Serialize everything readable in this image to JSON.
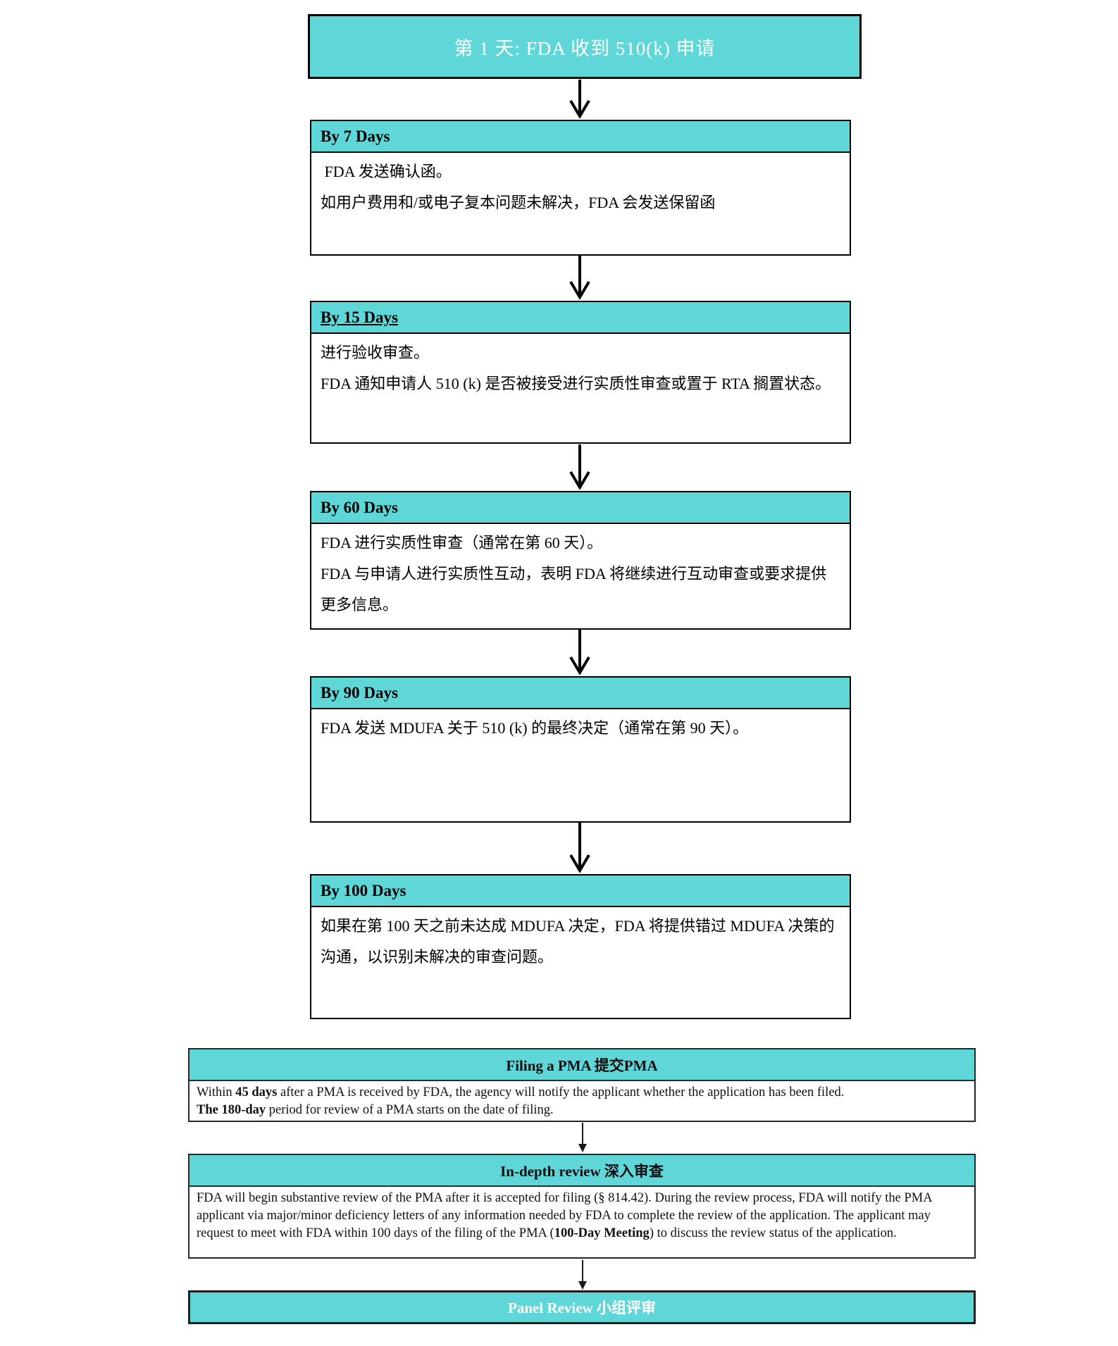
{
  "colors": {
    "teal": "#5fd6d7",
    "border": "#000000",
    "pma_border": "#262626",
    "title_text": "#ffffff"
  },
  "flow_510k": {
    "title": "第 1 天: FDA 收到 510(k) 申请",
    "steps": [
      {
        "header": "By 7 Days",
        "underline": false,
        "paragraphs": [
          " FDA 发送确认函。",
          "如用户费用和/或电子复本问题未解决，FDA 会发送保留函"
        ]
      },
      {
        "header": "By 15 Days",
        "underline": true,
        "paragraphs": [
          "进行验收审查。",
          "FDA 通知申请人 510 (k) 是否被接受进行实质性审查或置于 RTA 搁置状态。"
        ]
      },
      {
        "header": "By 60 Days",
        "underline": false,
        "paragraphs": [
          "FDA 进行实质性审查（通常在第 60 天）。",
          "FDA 与申请人进行实质性互动，表明 FDA 将继续进行互动审查或要求提供更多信息。"
        ]
      },
      {
        "header": "By 90 Days",
        "underline": false,
        "paragraphs": [
          "FDA 发送 MDUFA 关于 510 (k) 的最终决定（通常在第 90 天）。"
        ]
      },
      {
        "header": "By 100 Days",
        "underline": false,
        "paragraphs": [
          "如果在第 100 天之前未达成 MDUFA 决定，FDA 将提供错过 MDUFA 决策的沟通，以识别未解决的审查问题。"
        ]
      }
    ]
  },
  "flow_pma": {
    "filing": {
      "header": "Filing a PMA 提交PMA",
      "paragraphs": [
        [
          {
            "t": "Within ",
            "b": false
          },
          {
            "t": "45 days",
            "b": true
          },
          {
            "t": " after a PMA is received by FDA, the agency will notify the applicant whether the application has been filed.",
            "b": false
          }
        ],
        [
          {
            "t": "The 180-day",
            "b": true
          },
          {
            "t": " period for review of a PMA starts on the date of filing.",
            "b": false
          }
        ]
      ]
    },
    "indepth": {
      "header": "In-depth review 深入审查",
      "paragraphs": [
        [
          {
            "t": "FDA will begin substantive review of the PMA after it is accepted for filing (§ 814.42). During the review process, FDA will notify the PMA applicant via major/minor deficiency letters of any information needed by FDA to complete the review of the application. The applicant may request to meet with FDA within 100 days of the filing of the PMA (",
            "b": false
          },
          {
            "t": "100-Day Meeting",
            "b": true
          },
          {
            "t": ") to discuss the review status of the application.",
            "b": false
          }
        ]
      ]
    },
    "panel": {
      "header": "Panel Review 小组评审"
    }
  }
}
